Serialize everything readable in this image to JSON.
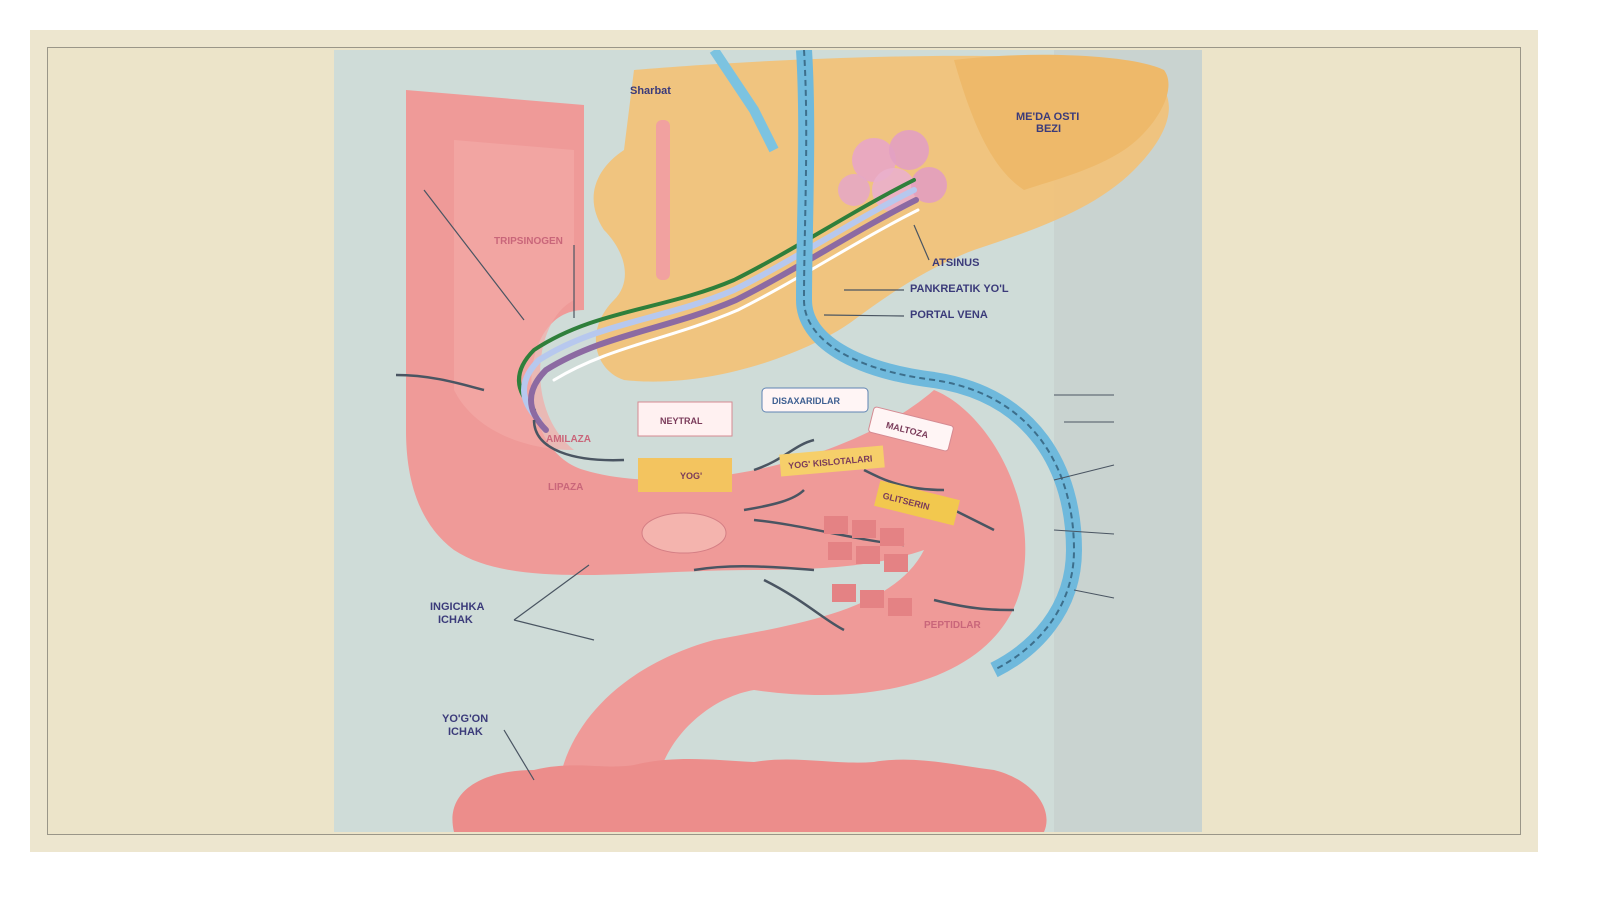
{
  "diagram": {
    "labels": {
      "sharbat": "Sharbat",
      "oshqozon_osti_line1": "ME'DA OSTI",
      "oshqozon_osti_line2": "BEZI",
      "atsinus": "ATSINUS",
      "pankreatik_yol": "PANKREATIK YO'L",
      "portal_vena": "PORTAL VENA",
      "tripsinogen": "TRIPSINOGEN",
      "amilaza": "AMILAZA",
      "lipaza": "LIPAZA",
      "neytral": "NEYTRAL",
      "disaxaridlar": "DISAXARIDLAR",
      "maltoza": "MALTOZA",
      "yog_kislotalari": "YOG' KISLOTALARI",
      "yog": "YOG'",
      "glitserin": "GLITSERIN",
      "peptidlar": "PEPTIDLAR",
      "ingichka_line1": "INGICHKA",
      "ingichka_line2": "ICHAK",
      "yogon_line1": "YO'G'ON",
      "yogon_line2": "ICHAK"
    },
    "colors": {
      "intestine": "#ef9a98",
      "pancreas": "#f1c27a",
      "vein": "#6fb9dc",
      "background": "#cfdcd8",
      "slide": "#ede6cf"
    }
  }
}
